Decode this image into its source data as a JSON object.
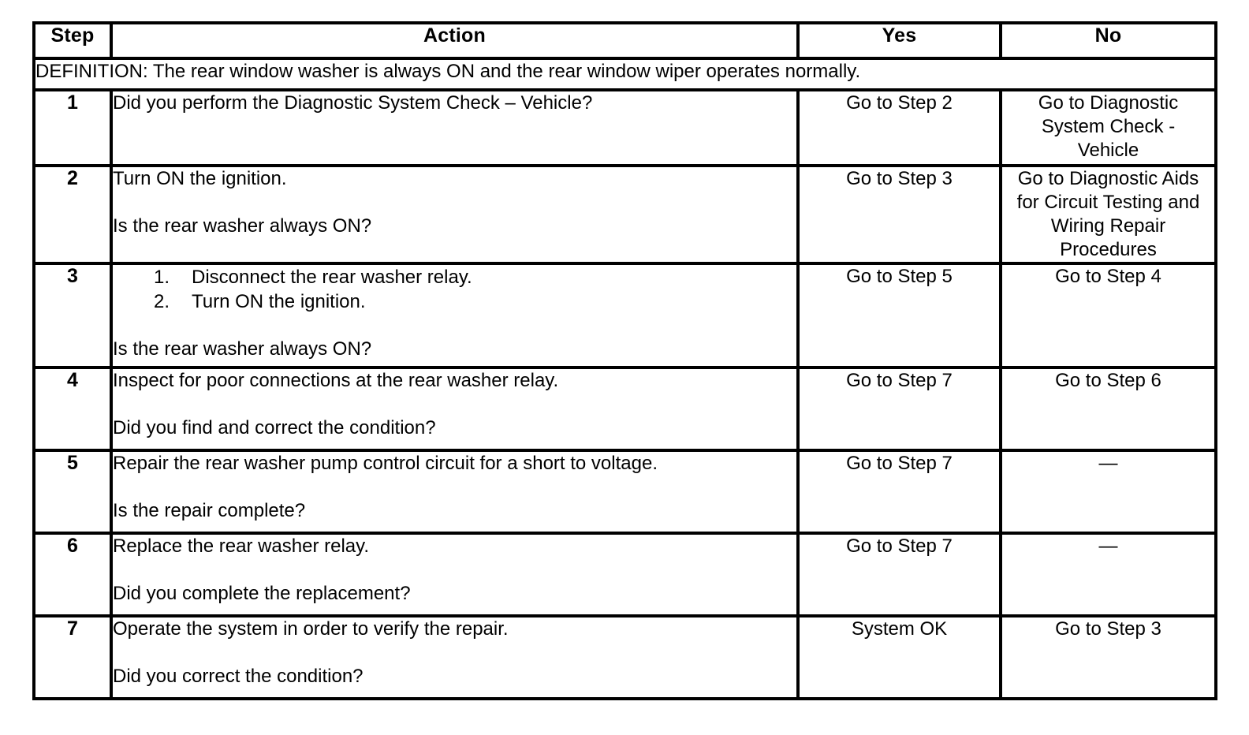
{
  "table": {
    "headers": {
      "step": "Step",
      "action": "Action",
      "yes": "Yes",
      "no": "No"
    },
    "definition": "DEFINITION: The rear window washer is always ON and the rear window wiper operates normally.",
    "rows": [
      {
        "step": "1",
        "action_lead": "Did you perform the Diagnostic System Check – Vehicle?",
        "action_question": "",
        "substeps": [],
        "yes": "Go to Step 2",
        "no_lines": [
          "Go to Diagnostic",
          "System Check -",
          "Vehicle"
        ]
      },
      {
        "step": "2",
        "action_lead": "Turn ON the ignition.",
        "action_question": "Is the rear washer always ON?",
        "substeps": [],
        "yes": "Go to Step 3",
        "no_lines": [
          "Go to Diagnostic Aids",
          "for Circuit Testing and",
          "Wiring Repair",
          "Procedures"
        ]
      },
      {
        "step": "3",
        "action_lead": "",
        "action_question": "Is the rear washer always ON?",
        "substeps": [
          {
            "num": "1.",
            "text": "Disconnect the rear washer relay."
          },
          {
            "num": "2.",
            "text": "Turn ON the ignition."
          }
        ],
        "yes": "Go to Step 5",
        "no_lines": [
          "Go to Step 4"
        ]
      },
      {
        "step": "4",
        "action_lead": "Inspect for poor connections at the rear washer relay.",
        "action_question": "Did you find and correct the condition?",
        "substeps": [],
        "yes": "Go to Step 7",
        "no_lines": [
          "Go to Step 6"
        ]
      },
      {
        "step": "5",
        "action_lead": "Repair the rear washer pump control circuit for a short to voltage.",
        "action_question": "Is the repair complete?",
        "substeps": [],
        "yes": "Go to Step 7",
        "no_lines": [
          "—"
        ]
      },
      {
        "step": "6",
        "action_lead": "Replace the rear washer relay.",
        "action_question": "Did you complete the replacement?",
        "substeps": [],
        "yes": "Go to Step 7",
        "no_lines": [
          "—"
        ]
      },
      {
        "step": "7",
        "action_lead": "Operate the system in order to verify the repair.",
        "action_question": "Did you correct the condition?",
        "substeps": [],
        "yes": "System OK",
        "no_lines": [
          "Go to Step 3"
        ]
      }
    ]
  },
  "colors": {
    "border": "#000000",
    "background": "#ffffff",
    "text": "#000000"
  }
}
